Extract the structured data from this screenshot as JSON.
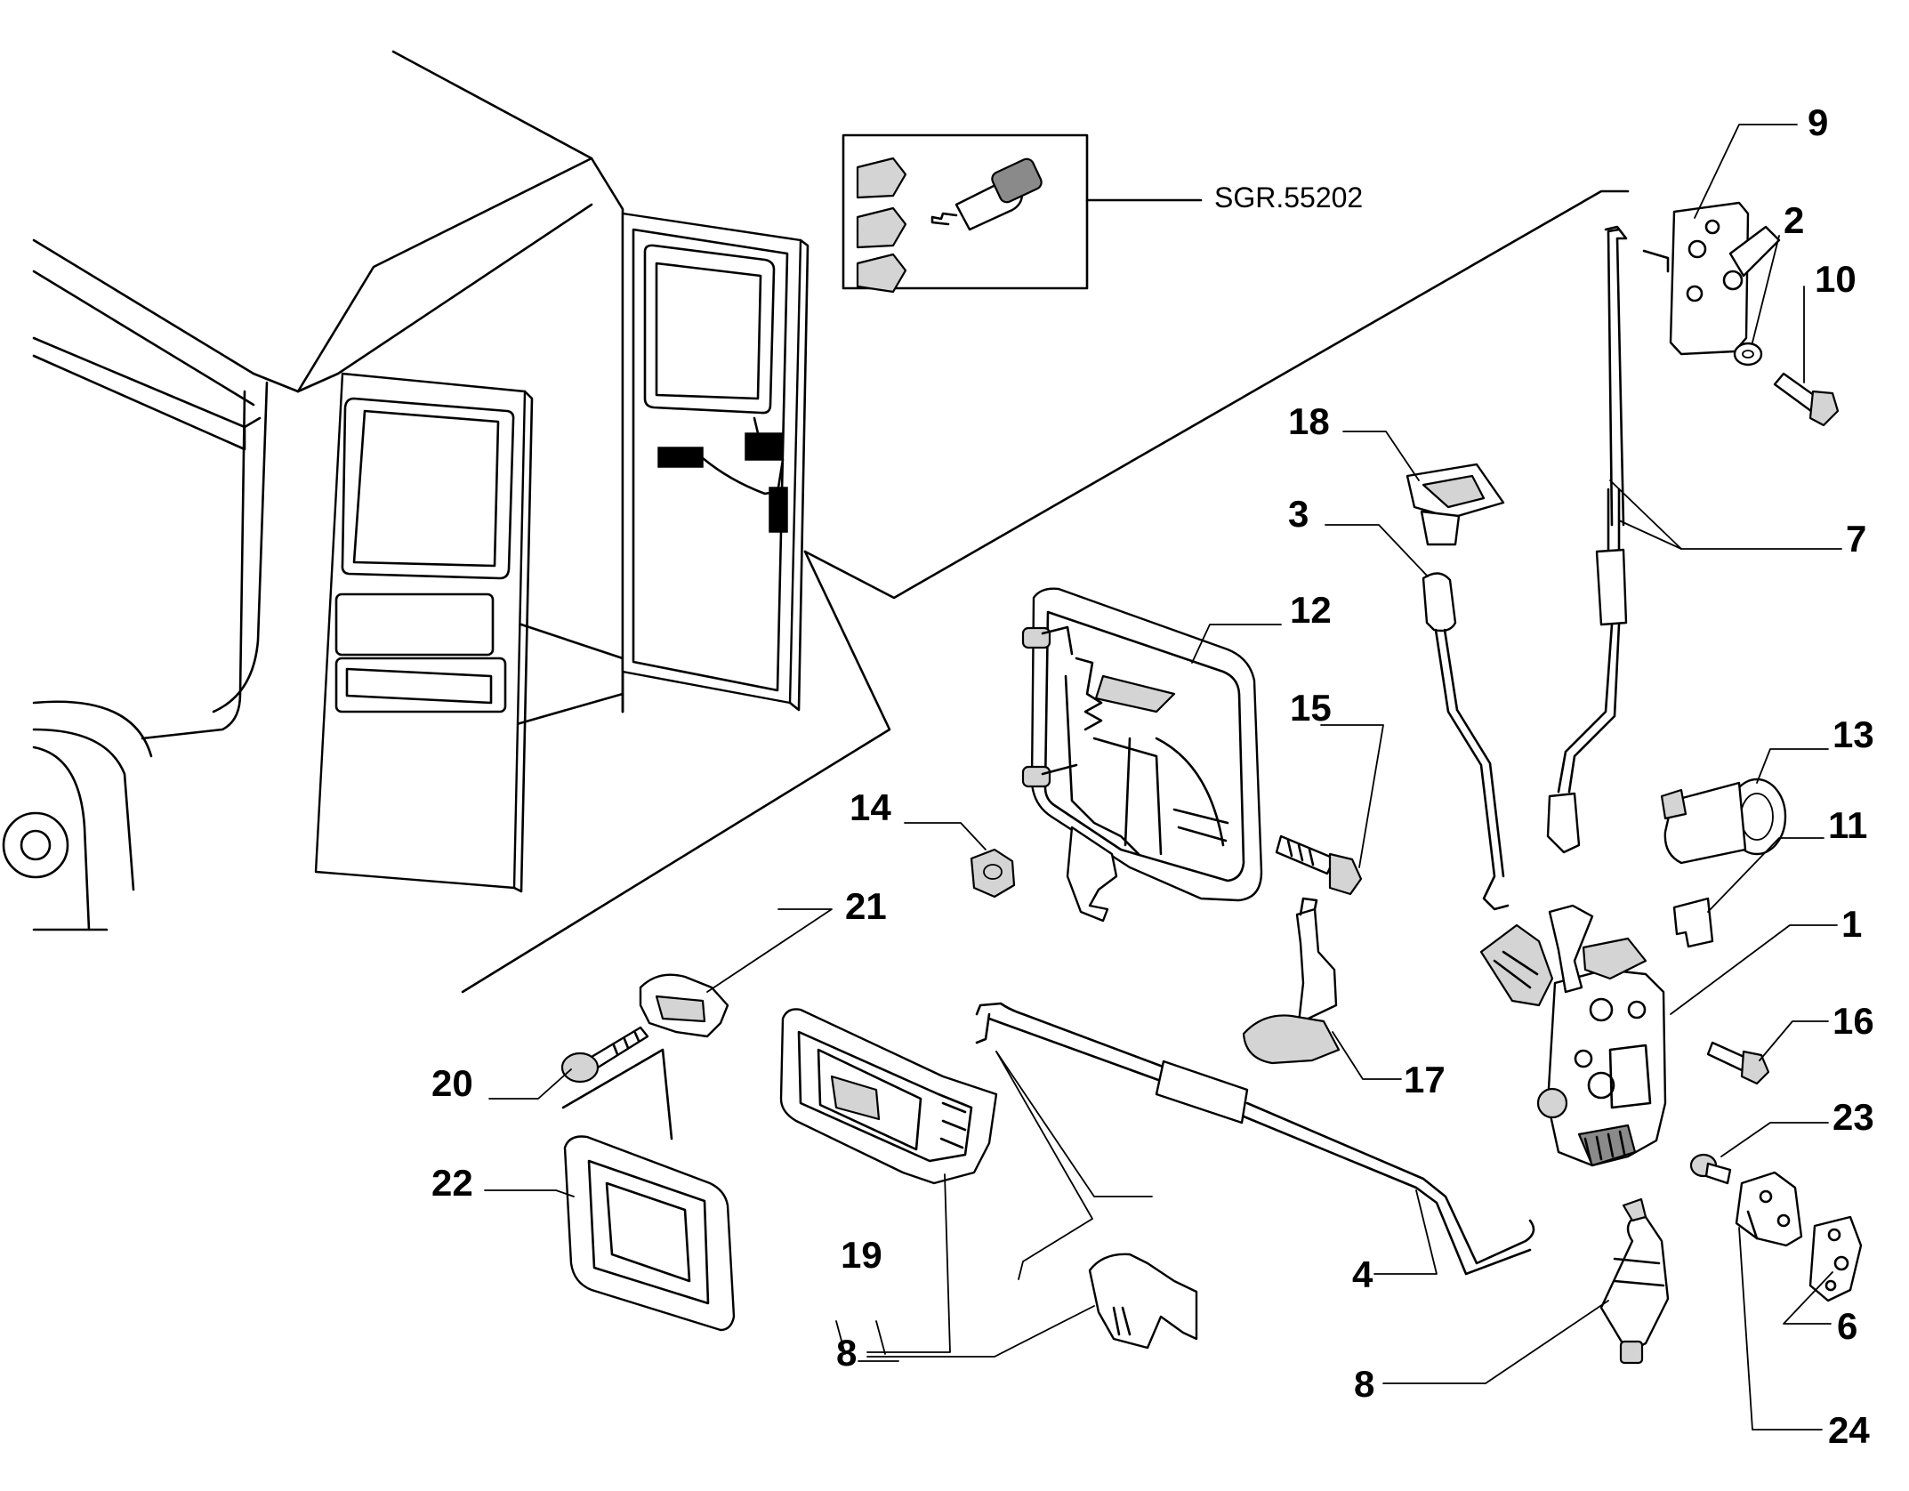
{
  "reference_kit": "SGR.55202",
  "callouts": {
    "c1": "1",
    "c2": "2",
    "c3": "3",
    "c4": "4",
    "c6": "6",
    "c7": "7",
    "c8a": "8",
    "c8b": "8",
    "c9": "9",
    "c10": "10",
    "c11": "11",
    "c12": "12",
    "c13": "13",
    "c14": "14",
    "c15": "15",
    "c16": "16",
    "c17": "17",
    "c18": "18",
    "c19": "19",
    "c20": "20",
    "c21": "21",
    "c22": "22",
    "c23": "23",
    "c24": "24"
  }
}
